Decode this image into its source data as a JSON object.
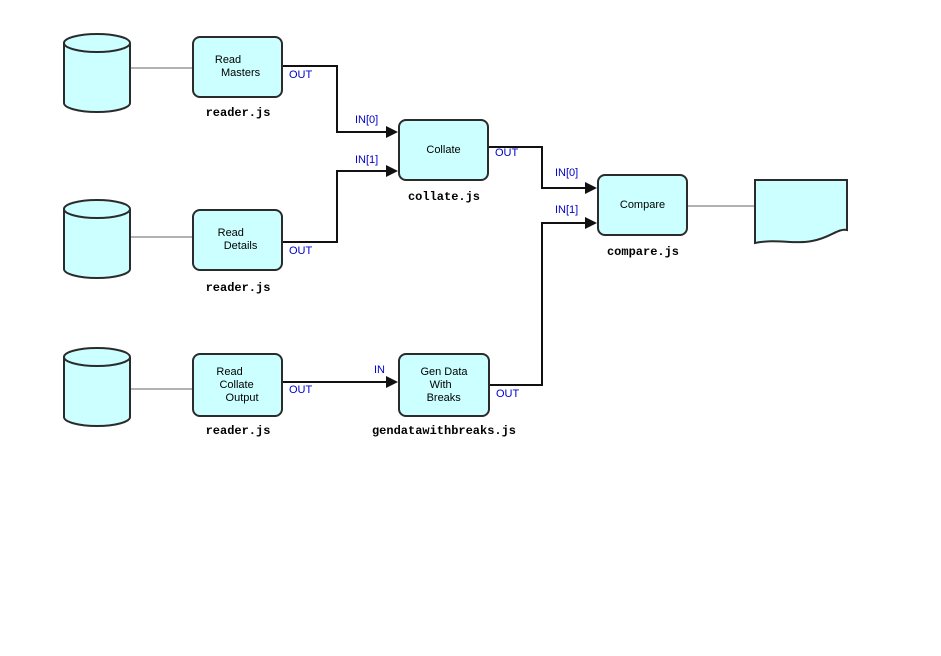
{
  "diagram": {
    "nodes": {
      "read_masters": {
        "label": "Read\n  Masters",
        "script": "reader.js"
      },
      "read_details": {
        "label": "Read\n  Details",
        "script": "reader.js"
      },
      "read_collate_output": {
        "label": "Read\n Collate\n   Output",
        "script": "reader.js"
      },
      "collate": {
        "label": "Collate",
        "script": "collate.js"
      },
      "gen_data_with_breaks": {
        "label": "Gen Data\n   With\n  Breaks",
        "script": "gendatawithbreaks.js"
      },
      "compare": {
        "label": "Compare",
        "script": "compare.js"
      }
    },
    "port_labels": {
      "out": "OUT",
      "in": "IN",
      "in0": "IN[0]",
      "in1": "IN[1]"
    },
    "colors": {
      "node_fill": "#ccffff",
      "node_border": "#2b2b2b",
      "port_label_blue": "#0000cc",
      "flow_connector": "#111111",
      "db_link_gray": "#999999"
    }
  }
}
